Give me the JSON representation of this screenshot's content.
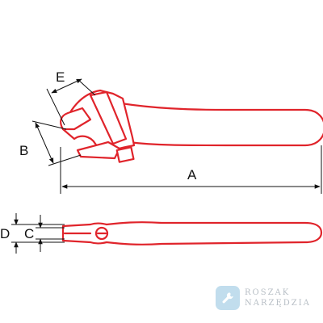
{
  "dimensions": {
    "A": "A",
    "B": "B",
    "C": "C",
    "D": "D",
    "E": "E"
  },
  "watermark": {
    "line1": "ROSZAK",
    "line2": "NARZĘDZIA",
    "icon": "wrench-icon"
  },
  "colors": {
    "stroke": "#e0242b",
    "dimension_lines": "#111111",
    "watermark_badge": "#8fc3e0",
    "watermark_text": "#7d8a96"
  }
}
